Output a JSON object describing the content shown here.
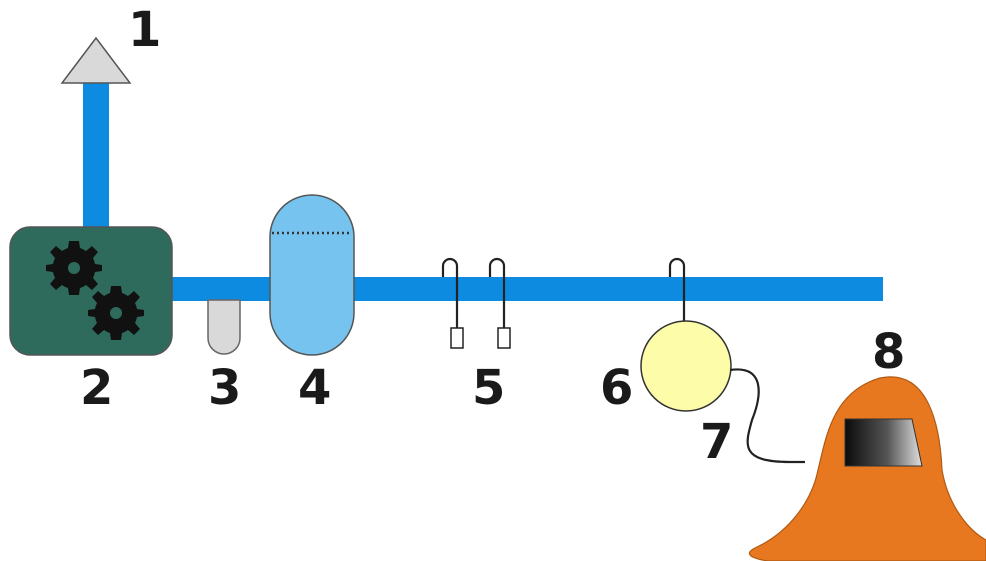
{
  "labels": {
    "l1": "1",
    "l2": "2",
    "l3": "3",
    "l4": "4",
    "l5": "5",
    "l6": "6",
    "l7": "7",
    "l8": "8"
  },
  "colors": {
    "pipe": "#0d8be0",
    "compressor_body": "#2f6b5c",
    "gear": "#111111",
    "trap": "#d9d9d9",
    "receiver": "#76c3ef",
    "regulator": "#fdfca8",
    "hood": "#e8781f",
    "vent_arrow": "#d9d9d9"
  },
  "icons": {
    "vent": "triangle-arrow-up-icon",
    "gear": "gear-icon"
  }
}
